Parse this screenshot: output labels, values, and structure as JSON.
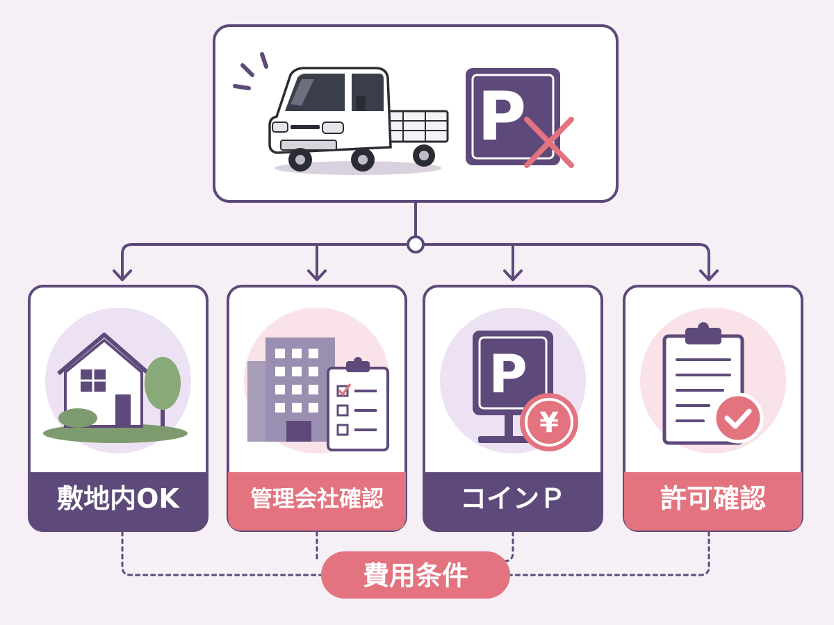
{
  "colors": {
    "background": "#f6eff6",
    "purple": "#5d4a7a",
    "pink": "#e2737f",
    "light_purple_circle": "#ece2f3",
    "light_pink_circle": "#f9e2e8"
  },
  "top_box": {
    "icons": [
      "kei-truck-icon",
      "parking-sign-icon",
      "cross-mark-icon"
    ],
    "parking_letter": "P"
  },
  "options": [
    {
      "id": "on-site",
      "label": "敷地内OK",
      "icon": "house-icon",
      "label_color": "#5d4a7a"
    },
    {
      "id": "management",
      "label": "管理会社確認",
      "icon": "building-checklist-icon",
      "label_color": "#e2737f"
    },
    {
      "id": "coin-parking",
      "label": "コインＰ",
      "icon": "coin-parking-icon",
      "label_color": "#5d4a7a",
      "sign_letter": "P",
      "coin_symbol": "¥"
    },
    {
      "id": "permit",
      "label": "許可確認",
      "icon": "clipboard-check-icon",
      "label_color": "#e2737f"
    }
  ],
  "cost_badge": {
    "label": "費用条件"
  }
}
